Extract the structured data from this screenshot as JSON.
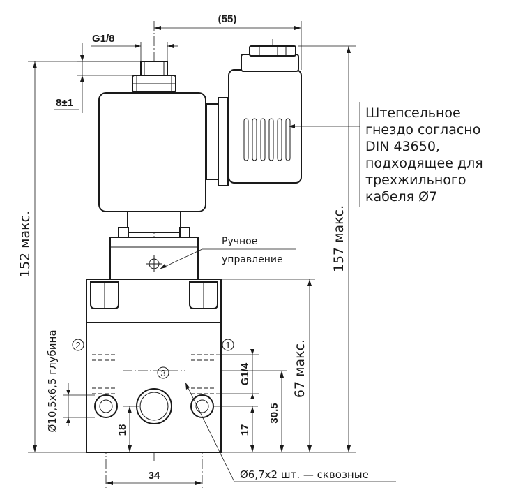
{
  "dimensions": {
    "width_55": "(55)",
    "thread_top": "G1/8",
    "thread_depth": "8±1",
    "height_152": "152 макс.",
    "height_157": "157 макс.",
    "height_67": "67 макс.",
    "thread_g14": "G1/4",
    "d_30_5": "30.5",
    "d_17": "17",
    "d_18": "18",
    "d_34": "34",
    "counterbore": "Ø10,5x6,5 глубина",
    "through_holes": "Ø6,7x2 шт. — сквозные"
  },
  "callouts": {
    "socket": [
      "Штепсельное",
      "гнездо согласно",
      "DIN 43650,",
      "подходящее для",
      "трехжильного",
      "кабеля Ø7"
    ],
    "manual": [
      "Ручное",
      "управление"
    ]
  },
  "ports": {
    "p1": "1",
    "p2": "2",
    "p3": "3"
  }
}
